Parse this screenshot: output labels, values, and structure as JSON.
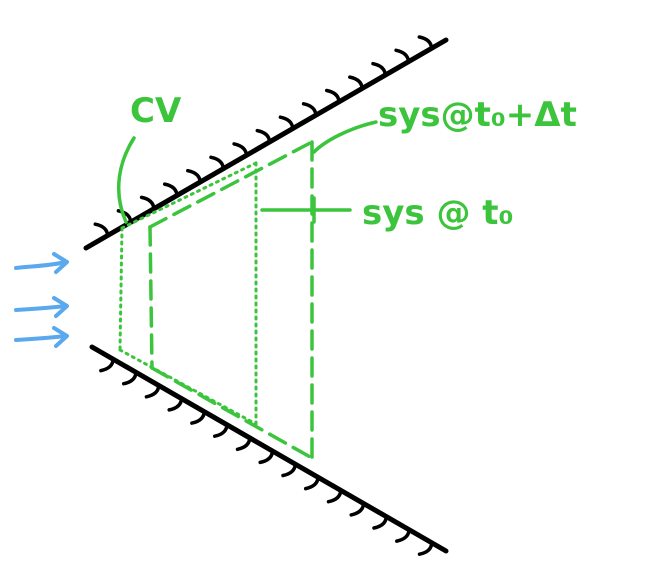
{
  "labels": {
    "cv": "CV",
    "sys_later": "sys@t₀+Δt",
    "sys_now": "sys @ t₀"
  },
  "colors": {
    "wall": "#000000",
    "sketch": "#3cc43c",
    "flow": "#5aa8ee",
    "background": "#ffffff"
  },
  "icons": {
    "flow": "inflow-arrow-icon"
  }
}
